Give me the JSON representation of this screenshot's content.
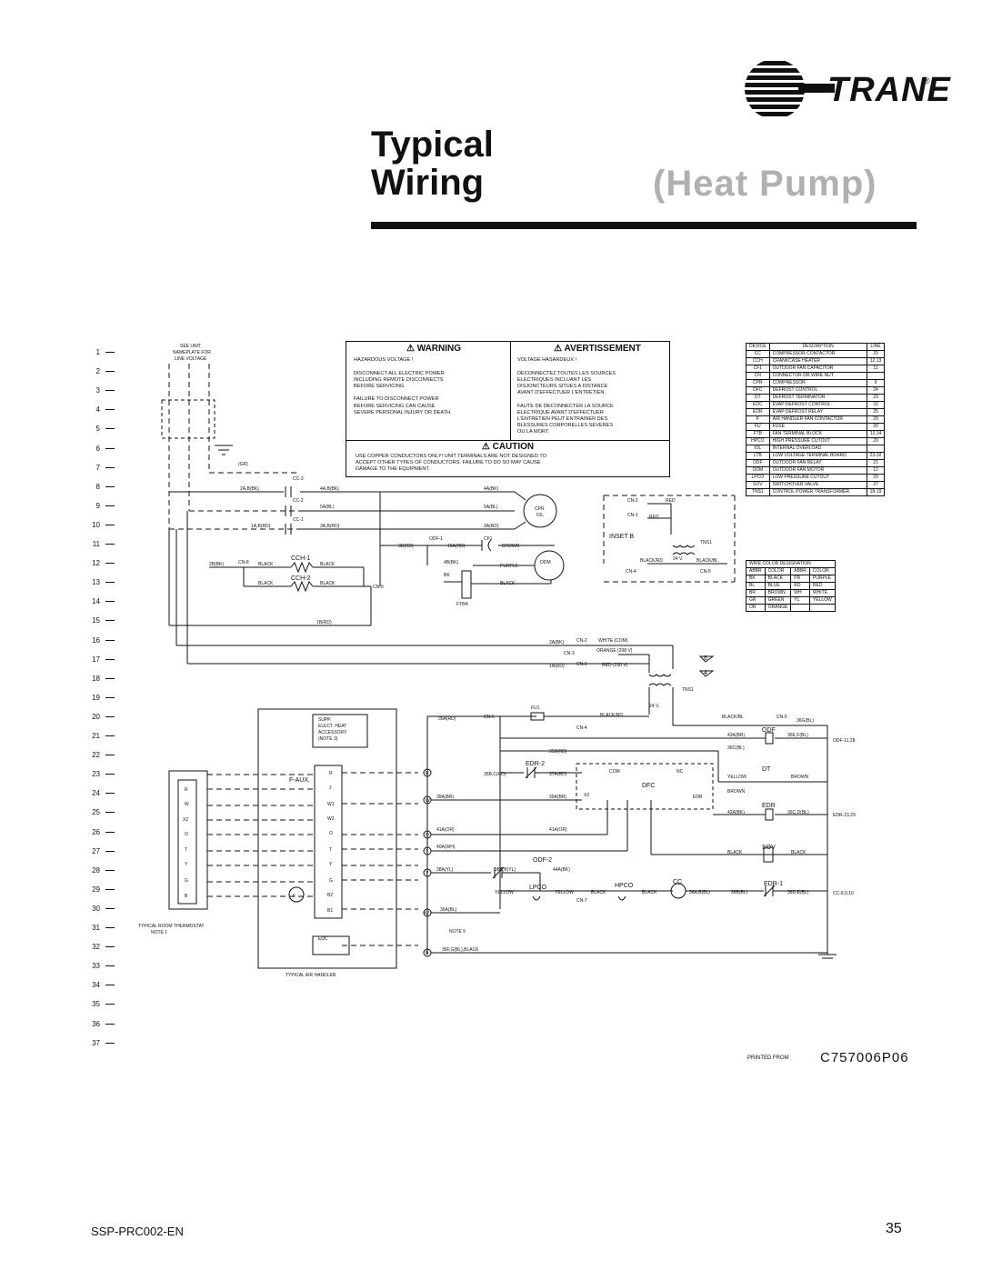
{
  "brand": {
    "name": "TRANE"
  },
  "header": {
    "title_line1": "Typical",
    "title_line2": "Wiring",
    "subtitle": "(Heat Pump)"
  },
  "line_numbers": [
    "1",
    "2",
    "3",
    "4",
    "5",
    "6",
    "7",
    "8",
    "9",
    "10",
    "11",
    "12",
    "13",
    "14",
    "15",
    "16",
    "17",
    "18",
    "19",
    "20",
    "21",
    "22",
    "23",
    "24",
    "25",
    "26",
    "27",
    "28",
    "29",
    "30",
    "31",
    "32",
    "33",
    "34",
    "35",
    "36",
    "37"
  ],
  "warning": {
    "heading": "WARNING",
    "lines": [
      "HAZARDOUS VOLTAGE !",
      "",
      "DISCONNECT ALL ELECTRIC POWER",
      "INCLUDING REMOTE DISCONNECTS",
      "BEFORE SERVICING.",
      "",
      "FAILURE TO DISCONNECT POWER",
      "BEFORE SERVICING CAN CAUSE",
      "SEVERE PERSONAL INJURY OR DEATH."
    ]
  },
  "avertissement": {
    "heading": "AVERTISSEMENT",
    "lines": [
      "VOLTAGE HASARDEUX !",
      "",
      "DECONNECTEZ TOUTES LES SOURCES",
      "ELECTRIQUES INCLUANT LES",
      "DISJONCTEURS SITUES A DISTANCE",
      "AVANT D'EFFECTUER L'ENTRETIEN.",
      "",
      "FAUTE DE DECONNECTER LA SOURCE",
      "ELECTRIQUE AVANT D'EFFECTUER",
      "L'ENTRETIEN PEUT ENTRAINER DES",
      "BLESSURES CORPORELLES SEVERES",
      "OU LA MORT."
    ]
  },
  "caution": {
    "heading": "CAUTION",
    "lines": [
      "USE COPPER CONDUCTORS ONLY! UNIT TERMINALS ARE NOT DESIGNED TO",
      "ACCEPT OTHER TYPES OF CONDUCTORS.  FAILURE TO DO SO MAY CAUSE",
      "DAMAGE TO THE EQUIPMENT."
    ]
  },
  "device_legend": {
    "headers": [
      "DEVICE",
      "DESCRIPTION",
      "LINE"
    ],
    "rows": [
      [
        "CC",
        "COMPRESSOR CONTACTOR",
        "29"
      ],
      [
        "CCH",
        "CRANKCASE HEATER",
        "12,13"
      ],
      [
        "CF1",
        "OUTDOOR FAN CAPACITOR",
        "11"
      ],
      [
        "CN",
        "CONNECTOR OR WIRE NUT",
        ""
      ],
      [
        "CPR",
        "COMPRESSOR",
        "9"
      ],
      [
        "DFC",
        "DEFROST CONTROL",
        "24"
      ],
      [
        "DT",
        "DEFROST TERMINATOR",
        "23"
      ],
      [
        "EDC",
        "EVAP DEFROST CONTROL",
        "32"
      ],
      [
        "EDR",
        "EVAP DEFROST RELAY",
        "25"
      ],
      [
        "F",
        "AIR HANDLER FAN CONTACTOR",
        "29"
      ],
      [
        "FU",
        "FUSE",
        "20"
      ],
      [
        "FTB",
        "FAN TERMINAL BLOCK",
        "13,14"
      ],
      [
        "HPCO",
        "HIGH PRESSURE CUTOUT",
        "29"
      ],
      [
        "IOL",
        "INTERNAL OVERLOAD",
        ""
      ],
      [
        "LTB",
        "LOW VOLTAGE TERMINAL BOARD",
        "23-32"
      ],
      [
        "ODF",
        "OUTDOOR FAN RELAY",
        "21"
      ],
      [
        "ODM",
        "OUTDOOR FAN MOTOR",
        "12"
      ],
      [
        "LPCO",
        "LOW PRESSURE CUTOUT",
        "29"
      ],
      [
        "SOV",
        "SWITCHOVER VALVE",
        "27"
      ],
      [
        "TNS1",
        "CONTROL POWER TRANSFORMER",
        "18-19"
      ]
    ]
  },
  "wire_colors": {
    "heading": "WIRE COLOR DESIGNATION",
    "headers": [
      "ABBR",
      "COLOR",
      "ABBR",
      "COLOR"
    ],
    "rows": [
      [
        "BK",
        "BLACK",
        "PR",
        "PURPLE"
      ],
      [
        "BL",
        "BLUE",
        "RD",
        "RED"
      ],
      [
        "BR",
        "BROWN",
        "WH",
        "WHITE"
      ],
      [
        "GR",
        "GREEN",
        "YL",
        "YELLOW"
      ],
      [
        "OR",
        "ORANGE",
        "",
        ""
      ]
    ]
  },
  "diagram": {
    "see_unit": [
      "SEE UNIT",
      "NAMEPLATE FOR",
      "LINE VOLTAGE"
    ],
    "gr": "(GR)",
    "cc3": "CC-3",
    "cc2": "CC-2",
    "cc1": "CC-1",
    "w_4ab": "4A,B(BK)",
    "w_2ab": "2A,B(BK)",
    "w_5ab": "5A(BL)",
    "w_1ab": "1A,B(RD)",
    "w_3ab": "3A,B(RD)",
    "w_4a": "4A(BK)",
    "w_5a": "5A(BL)",
    "w_3a": "3A(RD)",
    "cpr": "CPR",
    "iol": "IOL",
    "odf1": "ODF-1",
    "cf1": "CF1",
    "w_3b": "3B(RD)",
    "w_10a": "10A(RD)",
    "brown": "BROWN",
    "w_4b": "4B(BK)",
    "purple": "PURPLE",
    "odm": "ODM",
    "w_2b": "2B(BK)",
    "cn8": "CN-8",
    "black": "BLACK",
    "cch1": "CCH-1",
    "cch2": "CCH-2",
    "cn9": "CN-9",
    "bk": "BK",
    "ftba": "FTBA",
    "w_1b": "1B(RD)",
    "inset_b": "INSET B",
    "cn2": "CN-2",
    "cn1": "CN-1",
    "red": "RED",
    "tns1": "TNS1",
    "v24": "24 V.",
    "blackrd": "BLACK/RD",
    "blackbl": "BLACK/BL",
    "cn4": "CN-4",
    "cn5": "CN-5",
    "w_2abk": "2A(BK)",
    "white_com": "WHITE (COM)",
    "cn3": "CN-3",
    "orange208": "ORANGE (208 V)",
    "w_1ard": "1A(RD)",
    "red230": "RED (230 V)",
    "tap6": "6",
    "tap4": "4",
    "fu1": "FU1",
    "w_35a": "35A(RD)",
    "cn6": "CN-6",
    "w_36g": "36G(BL)",
    "supp": [
      "SUPP.",
      "ELECT. HEAT",
      "ACCESSORY",
      "(NOTE 3)"
    ],
    "odf": "ODF",
    "w_43a": "43A(BR)",
    "w_36ef": "36E,F(BL)",
    "odf_ref": "ODF-11,28",
    "w_36c": "36C(BL)",
    "w_35b": "35B(RD)",
    "edr2": "EDR-2",
    "w_35bc": "35B,C(RD)",
    "w_37a": "37A(RD)",
    "dfc": "DFC",
    "com": "COM",
    "nc": "NC",
    "dt": "DT",
    "yellow": "YELLOW",
    "faux": "F-AUX.",
    "w_39a": "39A(BR)",
    "w_39a2": "39A(BR)",
    "x2": "X2",
    "edr": "EDR",
    "w_42a": "42A(BK)",
    "w_36cd": "36C,D(BL)",
    "edr_ref": "EDR-23,29",
    "w_41a": "41A(OR)",
    "w_41a2": "41A(OR)",
    "w_40a": "40A(WH)",
    "sov": "SOV",
    "odf2": "ODF-2",
    "w_38a": "38A(YL)",
    "w_38ab": "38A,B(YL)",
    "w_44a": "44A(BK)",
    "lpco": "LPCO",
    "hpco": "HPCO",
    "cc": "CC",
    "edr1": "EDR-1",
    "w_36ab": "36A,B(BL)",
    "w_36b": "36B(BL)",
    "w_36de": "36D,E(BL)",
    "cc_ref": "CC-8,9,10",
    "cn7": "CN-7",
    "w_36a": "36A(BL)",
    "note5": "NOTE 5",
    "w_36fg": "36F,G(BL),BLACK",
    "edc": "EDC",
    "thermostat": [
      "TYPICAL ROOM THERMOSTAT",
      "NOTE 1"
    ],
    "air_handler": "TYPICAL AIR HANDLER",
    "f": "F",
    "tstat_terms": [
      "R",
      "W",
      "X2",
      "O",
      "T",
      "Y",
      "G",
      "B"
    ],
    "ah_terms": [
      "R",
      "J",
      "W1",
      "W2",
      "O",
      "T",
      "Y",
      "G",
      "B2",
      "B1"
    ],
    "ltb_terms": [
      "R",
      "W",
      "O",
      "T",
      "Y",
      "X2",
      "B"
    ]
  },
  "printed_from": "PRINTED FROM",
  "part_number": "C757006P06",
  "footer": {
    "code": "SSP-PRC002-EN",
    "page": "35"
  }
}
